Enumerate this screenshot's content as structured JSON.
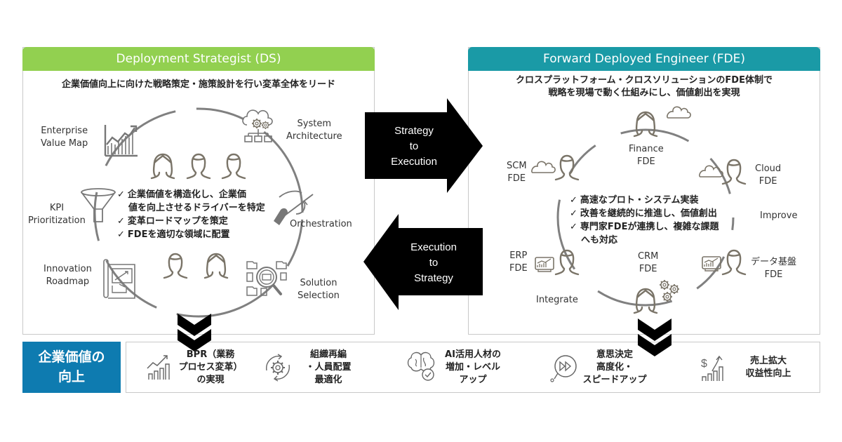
{
  "ds": {
    "title": "Deployment Strategist (DS)",
    "subtitle": "企業価値向上に向けた戦略策定・施策設計を行い変革全体をリード",
    "color": "#92d050",
    "labels": {
      "enterprise_value_map": [
        "Enterprise",
        "Value Map"
      ],
      "system_architecture": [
        "System",
        "Architecture"
      ],
      "kpi_prioritization": [
        "KPI",
        "Prioritization"
      ],
      "orchestration": "Orchestration",
      "innovation_roadmap": [
        "Innovation",
        "Roadmap"
      ],
      "solution_selection": [
        "Solution",
        "Selection"
      ]
    },
    "bullets": [
      {
        "check": "✓",
        "lines": [
          "企業価値を構造化し、企業価",
          "値を向上させるドライバーを特定"
        ]
      },
      {
        "check": "✓",
        "lines": [
          "変革ロードマップを策定"
        ]
      },
      {
        "check": "✓",
        "lines": [
          "FDEを適切な領域に配置"
        ]
      }
    ]
  },
  "arrows": {
    "forward": [
      "Strategy",
      "to",
      "Execution"
    ],
    "backward": [
      "Execution",
      "to",
      "Strategy"
    ]
  },
  "fde": {
    "title": "Forward Deployed Engineer (FDE)",
    "subtitle": [
      "クロスプラットフォーム・クロスソリューションのFDE体制で",
      "戦略を現場で動く仕組みにし、価値創出を実現"
    ],
    "color": "#1a9aa6",
    "labels": {
      "finance": [
        "Finance",
        "FDE"
      ],
      "scm": [
        "SCM",
        "FDE"
      ],
      "cloud": [
        "Cloud",
        "FDE"
      ],
      "improve": "Improve",
      "erp": [
        "ERP",
        "FDE"
      ],
      "crm": [
        "CRM",
        "FDE"
      ],
      "data_platform": [
        "データ基盤",
        "FDE"
      ],
      "integrate": "Integrate"
    },
    "bullets": [
      {
        "check": "✓",
        "lines": [
          "高速なプロト・システム実装"
        ]
      },
      {
        "check": "✓",
        "lines": [
          "改善を継続的に推進し、価値創出"
        ]
      },
      {
        "check": "✓",
        "lines": [
          "専門家FDEが連携し、複雑な課題",
          "へも対応"
        ]
      }
    ]
  },
  "value": {
    "label": [
      "企業価値の",
      "向上"
    ],
    "color": "#0e7bb0",
    "outcomes": [
      {
        "icon": "growth-chart-icon",
        "lines": [
          "BPR（業務",
          "プロセス変革）",
          "の実現"
        ]
      },
      {
        "icon": "gear-cycle-icon",
        "lines": [
          "組織再編",
          "・人員配置",
          "最適化"
        ]
      },
      {
        "icon": "brain-check-icon",
        "lines": [
          "AI活用人材の",
          "増加・レベル",
          "アップ"
        ]
      },
      {
        "icon": "fast-forward-bubble-icon",
        "lines": [
          "意思決定",
          "高度化・",
          "スピードアップ"
        ]
      },
      {
        "icon": "revenue-growth-icon",
        "lines": [
          "売上拡大",
          "収益性向上"
        ]
      }
    ]
  }
}
